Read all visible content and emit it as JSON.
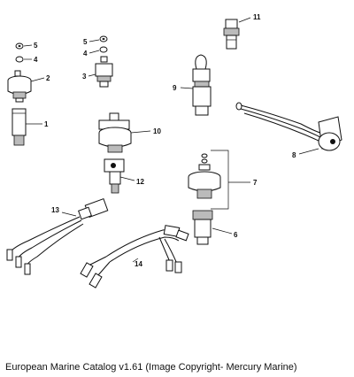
{
  "callouts": [
    "1",
    "2",
    "3",
    "4",
    "5",
    "6",
    "7",
    "8",
    "9",
    "10",
    "11",
    "12",
    "13",
    "14"
  ],
  "caption": "European Marine Catalog v1.61 (Image Copyright- Mercury Marine)"
}
